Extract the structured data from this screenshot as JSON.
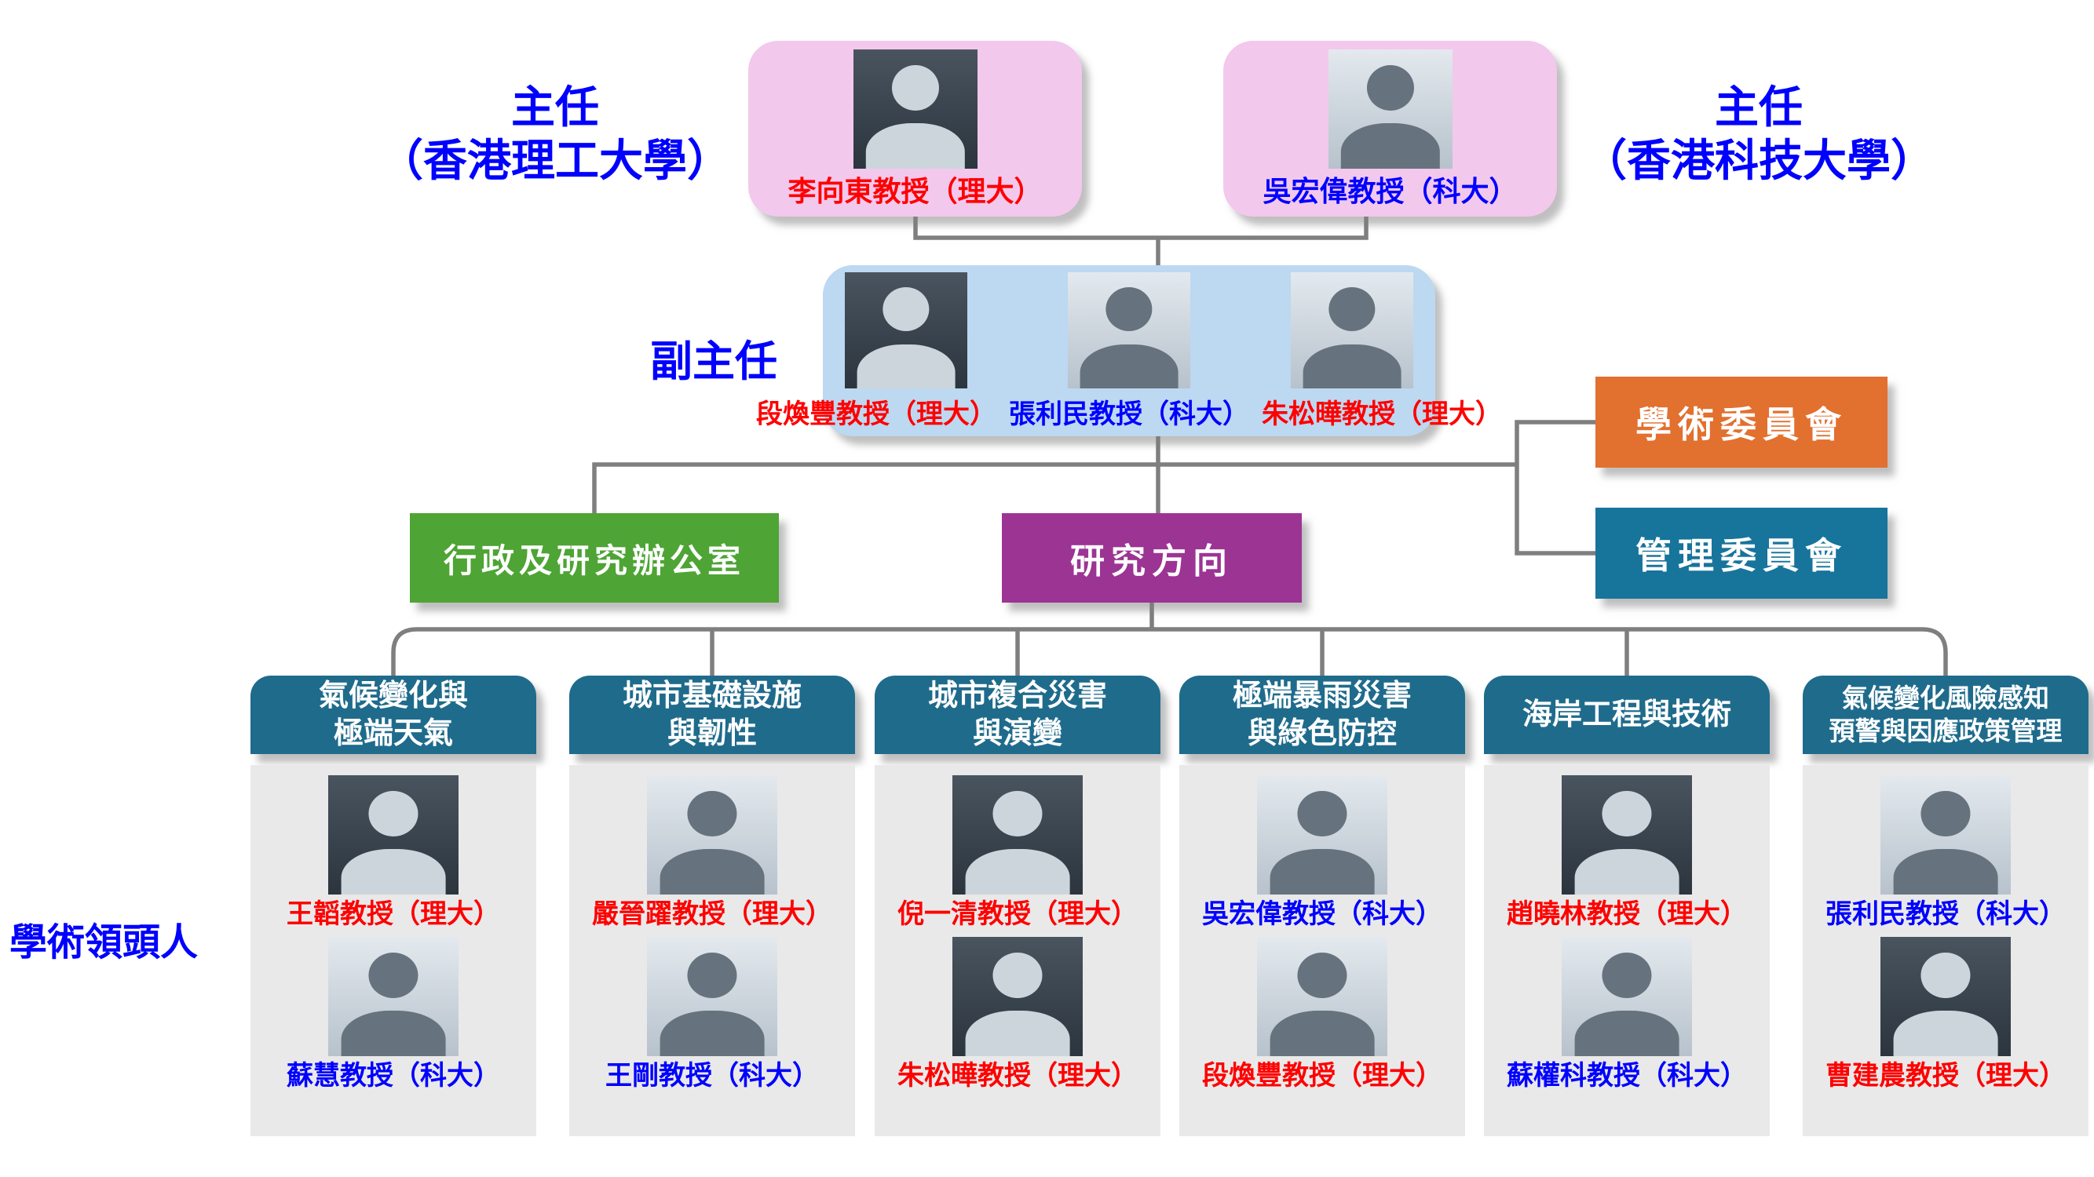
{
  "colors": {
    "title_text": "#0000FF",
    "name_red": "#FF0000",
    "name_blue": "#0000FF",
    "pink_card": "#F3C8ED",
    "deputy_box": "#BDD8F1",
    "academic_committee": "#E2702F",
    "management_committee": "#17749B",
    "office_box": "#4EA434",
    "research_box": "#9C3494",
    "column_header": "#1F6B8C",
    "column_panel": "#E9E9E9",
    "connector": "#7F7F7F"
  },
  "labels": {
    "director_left": {
      "line1": "主任",
      "line2": "（香港理工大學）"
    },
    "director_right": {
      "line1": "主任",
      "line2": "（香港科技大學）"
    },
    "deputy": "副主任",
    "academic_leaders": "學術領頭人",
    "academic_committee": "學術委員會",
    "management_committee": "管理委員會",
    "admin_research_office": "行政及研究辦公室",
    "research_directions": "研究方向"
  },
  "directors": [
    {
      "name": "李向東教授（理大）",
      "color": "#FF0000"
    },
    {
      "name": "吳宏偉教授（科大）",
      "color": "#0000FF"
    }
  ],
  "deputy_directors": [
    {
      "name": "段煥豐教授（理大）",
      "color": "#FF0000"
    },
    {
      "name": "張利民教授（科大）",
      "color": "#0000FF"
    },
    {
      "name": "朱松曄教授（理大）",
      "color": "#FF0000"
    }
  ],
  "research_areas": [
    {
      "title_line1": "氣候變化與",
      "title_line2": "極端天氣",
      "leaders": [
        {
          "name": "王韜教授（理大）",
          "color": "#FF0000"
        },
        {
          "name": "蘇慧教授（科大）",
          "color": "#0000FF"
        }
      ]
    },
    {
      "title_line1": "城市基礎設施",
      "title_line2": "與韌性",
      "leaders": [
        {
          "name": "嚴晉躍教授（理大）",
          "color": "#FF0000"
        },
        {
          "name": "王剛教授（科大）",
          "color": "#0000FF"
        }
      ]
    },
    {
      "title_line1": "城市複合災害",
      "title_line2": "與演變",
      "leaders": [
        {
          "name": "倪一清教授（理大）",
          "color": "#FF0000"
        },
        {
          "name": "朱松曄教授（理大）",
          "color": "#FF0000"
        }
      ]
    },
    {
      "title_line1": "極端暴雨災害",
      "title_line2": "與綠色防控",
      "leaders": [
        {
          "name": "吳宏偉教授（科大）",
          "color": "#0000FF"
        },
        {
          "name": "段煥豐教授（理大）",
          "color": "#FF0000"
        }
      ]
    },
    {
      "title_line1": "海岸工程與技術",
      "title_line2": "",
      "leaders": [
        {
          "name": "趙曉林教授（理大）",
          "color": "#FF0000"
        },
        {
          "name": "蘇權科教授（科大）",
          "color": "#0000FF"
        }
      ]
    },
    {
      "title_line1": "氣候變化風險感知",
      "title_line2": "預警與因應政策管理",
      "leaders": [
        {
          "name": "張利民教授（科大）",
          "color": "#0000FF"
        },
        {
          "name": "曹建農教授（理大）",
          "color": "#FF0000"
        }
      ]
    }
  ]
}
